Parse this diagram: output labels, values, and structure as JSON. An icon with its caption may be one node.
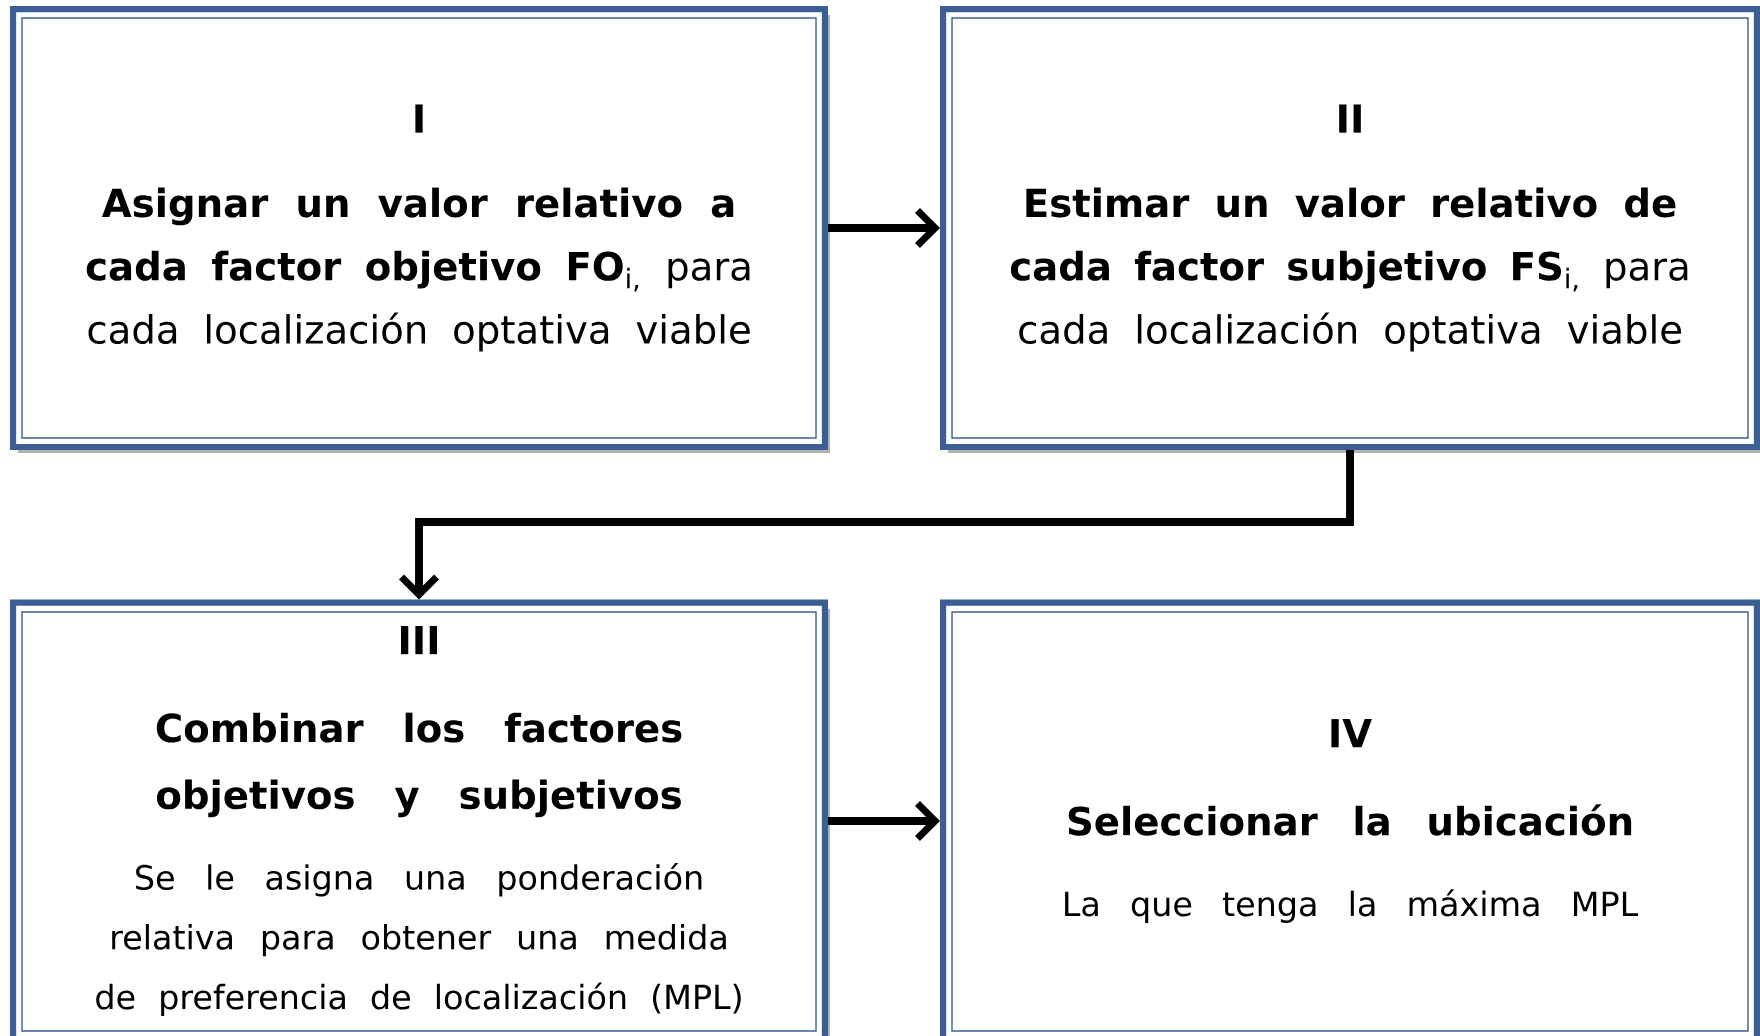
{
  "diagram": {
    "nodes": [
      {
        "text": [
          "I",
          "**Asignar un valor relativo a cada factor objetivo FO**$_{i,}$ para cada localización optativa viable"
        ]
      },
      {
        "text": [
          "II",
          "**Estimar un valor relativo de cada factor subjetivo FS**$_{i,}$ para cada localización optativa viable"
        ]
      },
      {
        "text": [
          "III",
          "Combinar los factores objetivos y subjetivos",
          "Se le asigna una ponderación relativa para obtener una medida de preferencia de localización (MPL)"
        ]
      },
      {
        "text": [
          "IV",
          "Seleccionar la ubicación",
          "La que tenga la máxima MPL"
        ]
      }
    ],
    "edges": [
      {
        "from": 0,
        "to": 1,
        "arrow": "to"
      },
      {
        "from": 1,
        "to": 2,
        "arrow": "to"
      },
      {
        "from": 2,
        "to": 3,
        "arrow": "to"
      }
    ]
  }
}
